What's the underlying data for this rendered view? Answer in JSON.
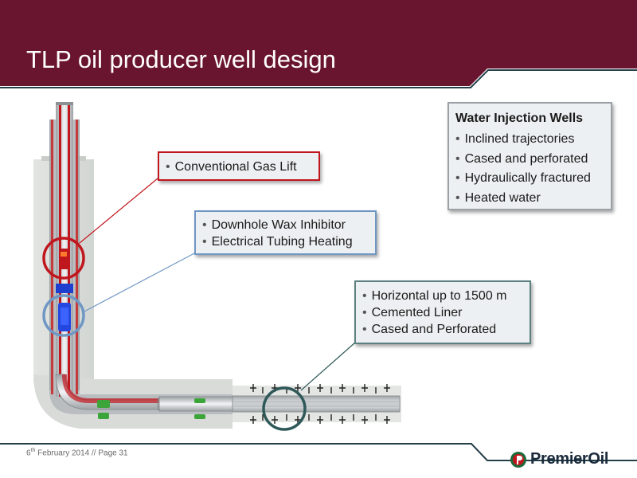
{
  "slide": {
    "title": "TLP oil producer well design",
    "colors": {
      "header": "#6a1530",
      "accent_red": "#c0161d",
      "accent_blue": "#6f97c4",
      "accent_teal": "#2f5858",
      "packer_green": "#3ca53a"
    }
  },
  "callouts": {
    "gas_lift": {
      "items": [
        "Conventional Gas Lift"
      ]
    },
    "wax": {
      "items": [
        "Downhole Wax Inhibitor",
        "Electrical Tubing Heating"
      ]
    },
    "horizontal": {
      "items": [
        "Horizontal up to 1500 m",
        "Cemented Liner",
        "Cased and Perforated"
      ]
    },
    "water_injection": {
      "title": "Water Injection Wells",
      "items": [
        "Inclined trajectories",
        "Cased and perforated",
        "Hydraulically fractured",
        "Heated water"
      ]
    }
  },
  "footer": {
    "date_day": "6",
    "date_suffix": "th",
    "date_rest": " February 2014 // Page 31",
    "logo_text": "PremierOil",
    "logo_icon": "premier-oil-drop-icon"
  }
}
